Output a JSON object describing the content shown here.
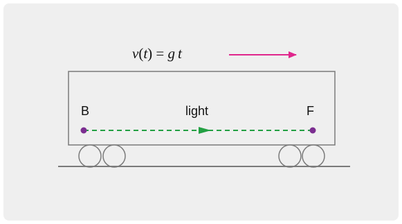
{
  "formula": {
    "v": "v",
    "open": "(",
    "t": "t",
    "close_eq": ") = ",
    "g": "g",
    "t2": "t"
  },
  "labels": {
    "back": "B",
    "front": "F",
    "light": "light"
  },
  "colors": {
    "background": "#efefef",
    "wagon_outline": "#7a7a7a",
    "velocity_arrow": "#e0268c",
    "light_ray": "#23a043",
    "endpoints": "#7b2e90",
    "track": "#7a7a7a"
  },
  "icons": {
    "velocity": "right-arrow-icon",
    "light_direction": "triangle-arrow-icon"
  }
}
